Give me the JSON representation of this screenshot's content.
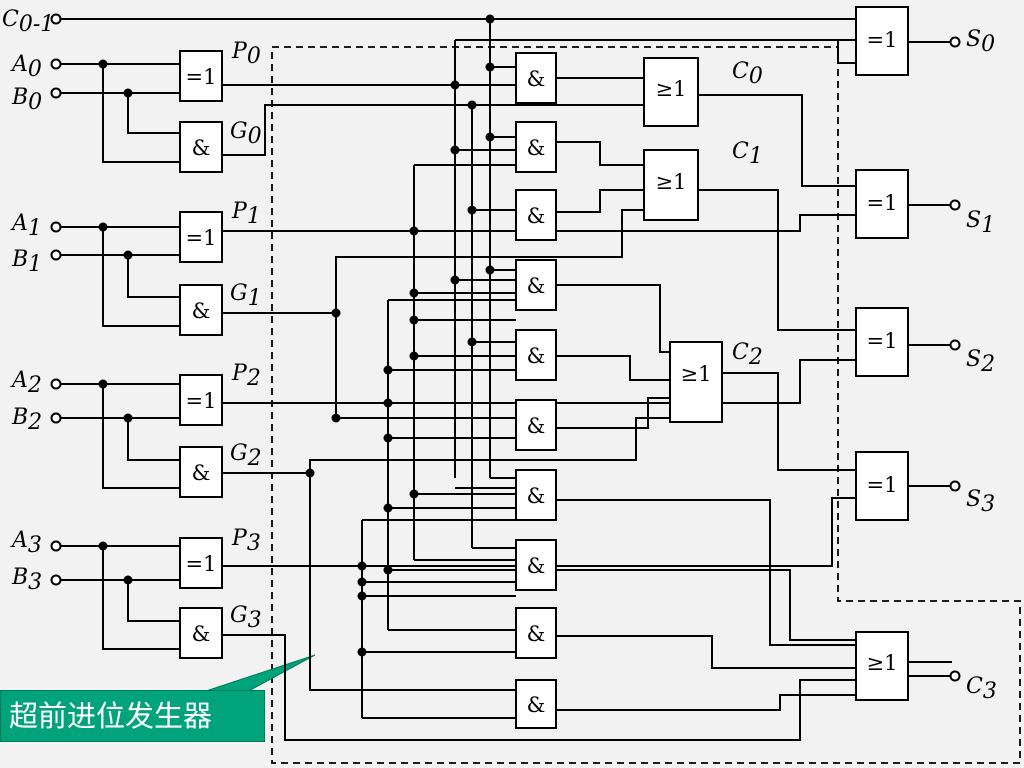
{
  "signals": {
    "carry_in": {
      "main": "C",
      "sub": "0-1"
    },
    "A0": {
      "main": "A",
      "sub": "0"
    },
    "B0": {
      "main": "B",
      "sub": "0"
    },
    "A1": {
      "main": "A",
      "sub": "1"
    },
    "B1": {
      "main": "B",
      "sub": "1"
    },
    "A2": {
      "main": "A",
      "sub": "2"
    },
    "B2": {
      "main": "B",
      "sub": "2"
    },
    "A3": {
      "main": "A",
      "sub": "3"
    },
    "B3": {
      "main": "B",
      "sub": "3"
    },
    "P0": {
      "main": "P",
      "sub": "0"
    },
    "G0": {
      "main": "G",
      "sub": "0"
    },
    "P1": {
      "main": "P",
      "sub": "1"
    },
    "G1": {
      "main": "G",
      "sub": "1"
    },
    "P2": {
      "main": "P",
      "sub": "2"
    },
    "G2": {
      "main": "G",
      "sub": "2"
    },
    "P3": {
      "main": "P",
      "sub": "3"
    },
    "G3": {
      "main": "G",
      "sub": "3"
    },
    "C0": {
      "main": "C",
      "sub": "0"
    },
    "C1": {
      "main": "C",
      "sub": "1"
    },
    "C2": {
      "main": "C",
      "sub": "2"
    },
    "C3": {
      "main": "C",
      "sub": "3"
    },
    "S0": {
      "main": "S",
      "sub": "0"
    },
    "S1": {
      "main": "S",
      "sub": "1"
    },
    "S2": {
      "main": "S",
      "sub": "2"
    },
    "S3": {
      "main": "S",
      "sub": "3"
    }
  },
  "gate_labels": {
    "xor": "=1",
    "and": "&",
    "or": "≥1"
  },
  "callout": {
    "text": "超前进位发生器",
    "color": "#00a37a"
  }
}
